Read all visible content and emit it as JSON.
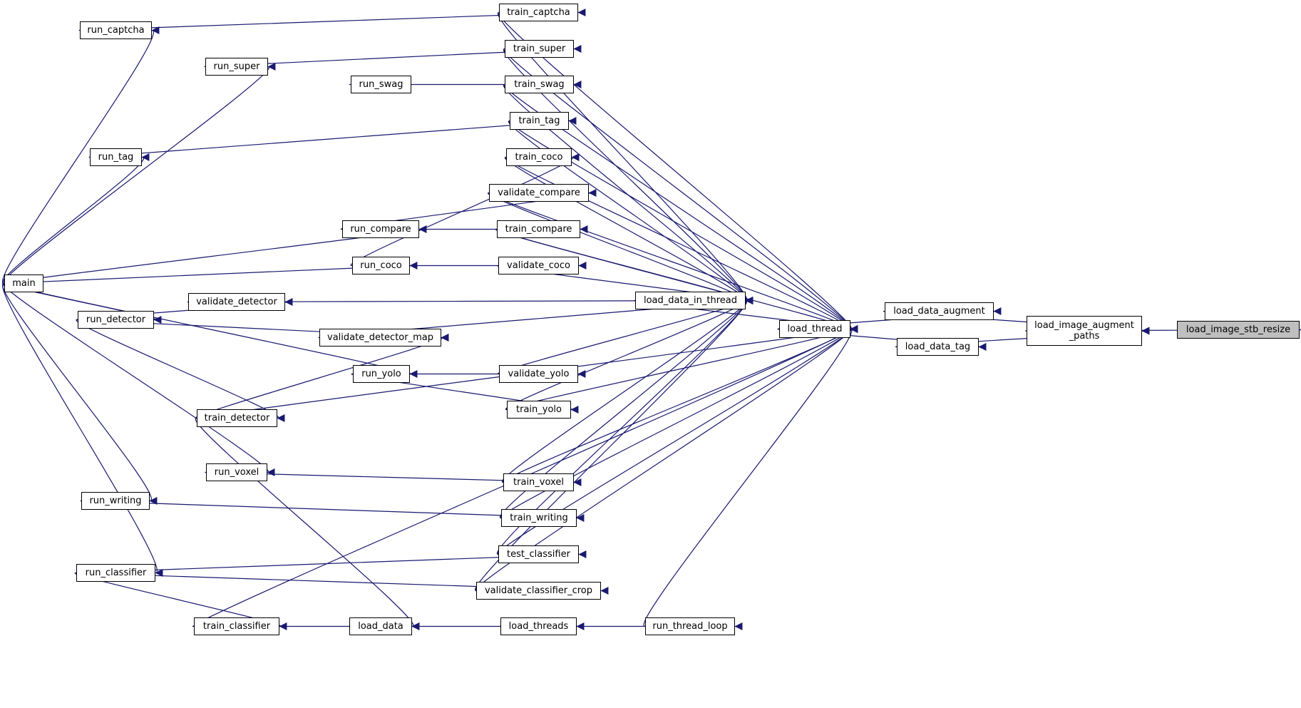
{
  "edge_color": "#191970",
  "root_fill": "#bfbfbf",
  "nodes": {
    "load_image_stb_resize": {
      "label": "load_image_stb_resize"
    },
    "load_image_augment_paths": {
      "label": "load_image_augment\n_paths"
    },
    "load_data_augment": {
      "label": "load_data_augment"
    },
    "load_data_tag": {
      "label": "load_data_tag"
    },
    "load_thread": {
      "label": "load_thread"
    },
    "load_data_in_thread": {
      "label": "load_data_in_thread"
    },
    "run_thread_loop": {
      "label": "run_thread_loop"
    },
    "load_threads": {
      "label": "load_threads"
    },
    "load_data": {
      "label": "load_data"
    },
    "train_captcha": {
      "label": "train_captcha"
    },
    "train_super": {
      "label": "train_super"
    },
    "train_swag": {
      "label": "train_swag"
    },
    "train_tag": {
      "label": "train_tag"
    },
    "train_coco": {
      "label": "train_coco"
    },
    "validate_compare": {
      "label": "validate_compare"
    },
    "train_compare": {
      "label": "train_compare"
    },
    "validate_coco": {
      "label": "validate_coco"
    },
    "validate_detector": {
      "label": "validate_detector"
    },
    "validate_detector_map": {
      "label": "validate_detector_map"
    },
    "validate_yolo": {
      "label": "validate_yolo"
    },
    "train_yolo": {
      "label": "train_yolo"
    },
    "train_detector": {
      "label": "train_detector"
    },
    "train_voxel": {
      "label": "train_voxel"
    },
    "train_writing": {
      "label": "train_writing"
    },
    "test_classifier": {
      "label": "test_classifier"
    },
    "validate_classifier_crop": {
      "label": "validate_classifier_crop"
    },
    "train_classifier": {
      "label": "train_classifier"
    },
    "run_captcha": {
      "label": "run_captcha"
    },
    "run_super": {
      "label": "run_super"
    },
    "run_swag": {
      "label": "run_swag"
    },
    "run_tag": {
      "label": "run_tag"
    },
    "run_compare": {
      "label": "run_compare"
    },
    "run_coco": {
      "label": "run_coco"
    },
    "run_detector": {
      "label": "run_detector"
    },
    "run_yolo": {
      "label": "run_yolo"
    },
    "run_voxel": {
      "label": "run_voxel"
    },
    "run_writing": {
      "label": "run_writing"
    },
    "run_classifier": {
      "label": "run_classifier"
    },
    "main": {
      "label": "main"
    }
  },
  "edges": [
    {
      "from": "load_image_augment_paths",
      "to": "load_image_stb_resize"
    },
    {
      "from": "load_data_augment",
      "to": "load_image_augment_paths"
    },
    {
      "from": "load_data_tag",
      "to": "load_image_augment_paths"
    },
    {
      "from": "load_thread",
      "to": "load_data_augment"
    },
    {
      "from": "load_thread",
      "to": "load_data_tag"
    },
    {
      "from": "load_data_in_thread",
      "to": "load_thread"
    },
    {
      "from": "train_captcha",
      "to": "load_thread"
    },
    {
      "from": "train_super",
      "to": "load_thread"
    },
    {
      "from": "train_swag",
      "to": "load_thread"
    },
    {
      "from": "train_tag",
      "to": "load_thread"
    },
    {
      "from": "train_coco",
      "to": "load_thread"
    },
    {
      "from": "validate_compare",
      "to": "load_thread"
    },
    {
      "from": "train_compare",
      "to": "load_thread"
    },
    {
      "from": "train_yolo",
      "to": "load_thread"
    },
    {
      "from": "train_detector",
      "to": "load_thread"
    },
    {
      "from": "train_voxel",
      "to": "load_thread"
    },
    {
      "from": "train_writing",
      "to": "load_thread"
    },
    {
      "from": "test_classifier",
      "to": "load_thread"
    },
    {
      "from": "validate_classifier_crop",
      "to": "load_thread"
    },
    {
      "from": "run_thread_loop",
      "to": "load_thread"
    },
    {
      "from": "train_classifier",
      "to": "load_thread"
    },
    {
      "from": "train_captcha",
      "to": "load_data_in_thread"
    },
    {
      "from": "train_super",
      "to": "load_data_in_thread"
    },
    {
      "from": "train_swag",
      "to": "load_data_in_thread"
    },
    {
      "from": "train_tag",
      "to": "load_data_in_thread"
    },
    {
      "from": "train_coco",
      "to": "load_data_in_thread"
    },
    {
      "from": "validate_compare",
      "to": "load_data_in_thread"
    },
    {
      "from": "train_compare",
      "to": "load_data_in_thread"
    },
    {
      "from": "validate_coco",
      "to": "load_data_in_thread"
    },
    {
      "from": "validate_detector",
      "to": "load_data_in_thread"
    },
    {
      "from": "validate_detector_map",
      "to": "load_data_in_thread"
    },
    {
      "from": "validate_yolo",
      "to": "load_data_in_thread"
    },
    {
      "from": "train_yolo",
      "to": "load_data_in_thread"
    },
    {
      "from": "train_voxel",
      "to": "load_data_in_thread"
    },
    {
      "from": "train_writing",
      "to": "load_data_in_thread"
    },
    {
      "from": "test_classifier",
      "to": "load_data_in_thread"
    },
    {
      "from": "validate_classifier_crop",
      "to": "load_data_in_thread"
    },
    {
      "from": "load_threads",
      "to": "run_thread_loop"
    },
    {
      "from": "load_data",
      "to": "load_threads"
    },
    {
      "from": "train_detector",
      "to": "load_data"
    },
    {
      "from": "train_classifier",
      "to": "load_data"
    },
    {
      "from": "run_captcha",
      "to": "train_captcha"
    },
    {
      "from": "run_super",
      "to": "train_super"
    },
    {
      "from": "run_swag",
      "to": "train_swag"
    },
    {
      "from": "run_tag",
      "to": "train_tag"
    },
    {
      "from": "run_coco",
      "to": "train_coco"
    },
    {
      "from": "run_coco",
      "to": "validate_coco"
    },
    {
      "from": "run_compare",
      "to": "validate_compare"
    },
    {
      "from": "run_compare",
      "to": "train_compare"
    },
    {
      "from": "run_detector",
      "to": "validate_detector"
    },
    {
      "from": "run_detector",
      "to": "validate_detector_map"
    },
    {
      "from": "train_detector",
      "to": "validate_detector_map"
    },
    {
      "from": "run_yolo",
      "to": "validate_yolo"
    },
    {
      "from": "run_yolo",
      "to": "train_yolo"
    },
    {
      "from": "run_detector",
      "to": "train_detector"
    },
    {
      "from": "run_voxel",
      "to": "train_voxel"
    },
    {
      "from": "run_writing",
      "to": "train_writing"
    },
    {
      "from": "run_classifier",
      "to": "test_classifier"
    },
    {
      "from": "run_classifier",
      "to": "validate_classifier_crop"
    },
    {
      "from": "run_classifier",
      "to": "train_classifier"
    },
    {
      "from": "main",
      "to": "run_captcha"
    },
    {
      "from": "main",
      "to": "run_super"
    },
    {
      "from": "main",
      "to": "run_tag"
    },
    {
      "from": "main",
      "to": "run_compare"
    },
    {
      "from": "main",
      "to": "run_coco"
    },
    {
      "from": "main",
      "to": "run_detector"
    },
    {
      "from": "main",
      "to": "run_yolo"
    },
    {
      "from": "main",
      "to": "run_voxel"
    },
    {
      "from": "main",
      "to": "run_writing"
    },
    {
      "from": "main",
      "to": "run_classifier"
    }
  ]
}
